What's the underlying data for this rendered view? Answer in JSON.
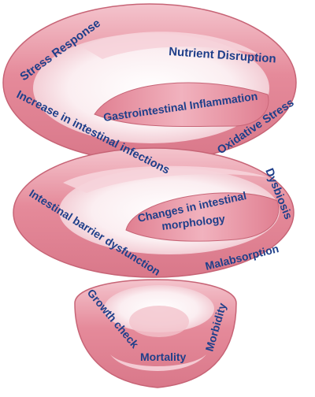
{
  "diagram": {
    "colors": {
      "band_fill": "#e58a9a",
      "band_highlight": "#f6d3da",
      "band_edge": "#c76476",
      "inner_shadow": "#f9e3e8",
      "text": "#1f3f8a",
      "background": "#ffffff"
    },
    "labels": {
      "stress_response": "Stress Response",
      "nutrient_disruption": "Nutrient Disruption",
      "gastrointestinal_inflammation": "Gastrointestinal Inflammation",
      "increase_infections": "Increase in intestinal infections",
      "oxidative_stress": "Oxidative Stress",
      "dysbiosis": "Dysbiosis",
      "changes_morphology_1": "Changes in intestinal",
      "changes_morphology_2": "morphology",
      "barrier_dysfunction": "Intestinal barrier dysfunction",
      "malabsorption": "Malabsorption",
      "growth_check": "Growth check",
      "mortality": "Mortality",
      "morbidity": "Morbidity"
    }
  }
}
